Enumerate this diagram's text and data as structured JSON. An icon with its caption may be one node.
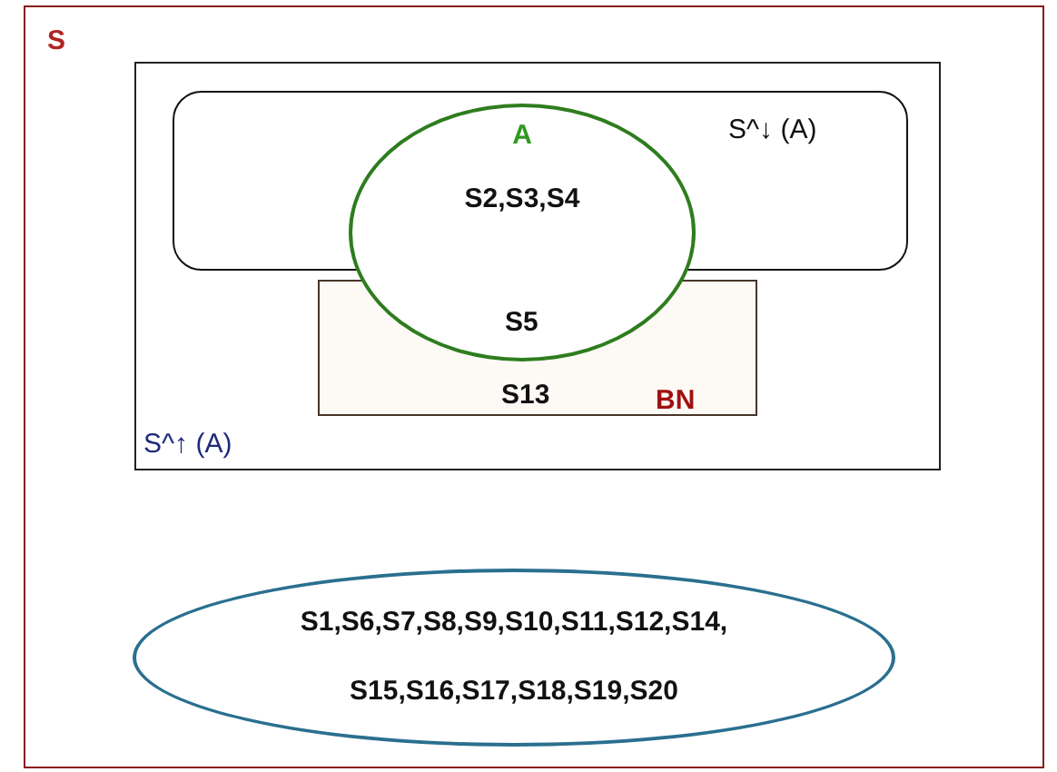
{
  "diagram": {
    "nodes": [
      {
        "text": [
          "S"
        ]
      },
      {
        "text": [
          "S^↑ (A)"
        ],
        "in": 0
      },
      {
        "text": [
          "S^↓ (A)"
        ],
        "in": 1
      },
      {
        "text": [
          "A",
          "S2,S3,S4"
        ],
        "in": 1
      },
      {
        "text": [
          "S5",
          "S13",
          "BN"
        ],
        "in": 1
      },
      {
        "text": [
          "S1,S6,S7,S8,S9,S10,S11,S12,S14, S15,S16,S17,S18,S19,S20"
        ],
        "in": 0
      }
    ]
  }
}
